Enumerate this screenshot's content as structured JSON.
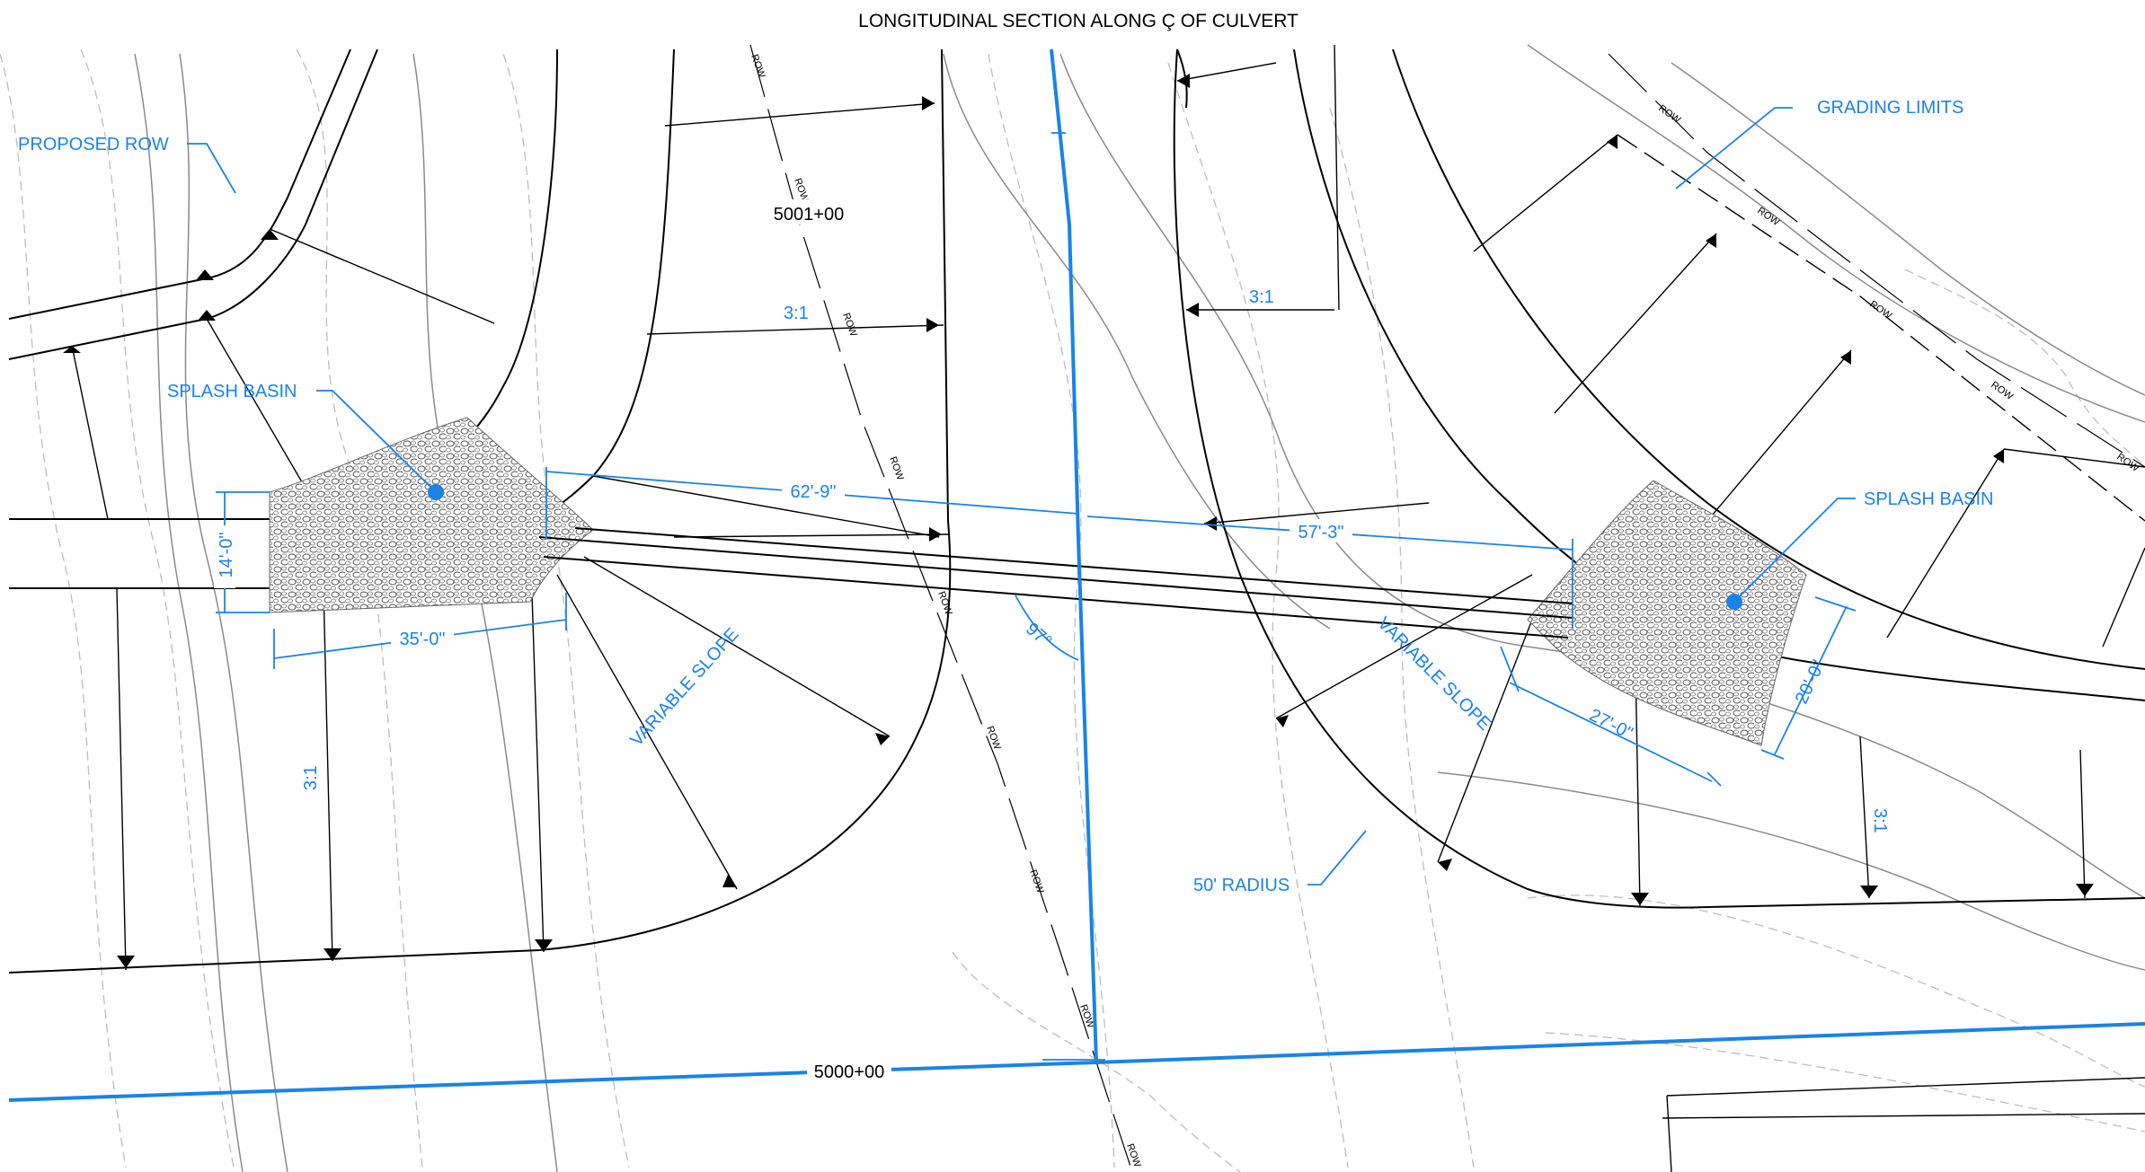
{
  "drawing": {
    "title": "LONGITUDINAL SECTION ALONG Ç OF CULVERT",
    "stations": {
      "upper": "5001+00",
      "lower": "5000+00"
    },
    "notes": {
      "proposed_row": "PROPOSED ROW",
      "grading_limits": "GRADING LIMITS",
      "splash_basin_left": "SPLASH BASIN",
      "splash_basin_right": "SPLASH BASIN",
      "variable_slope_left": "VARIABLE SLOPE",
      "variable_slope_right": "VARIABLE SLOPE",
      "radius": "50' RADIUS"
    },
    "slopes": {
      "upper_left": "3:1",
      "upper_right": "3:1",
      "lower_left": "3:1",
      "lower_right": "3:1"
    },
    "dimensions": {
      "left_span": "62'-9\"",
      "right_span": "57'-3\"",
      "basin_left_width": "14'-0\"",
      "basin_left_length": "35'-0\"",
      "basin_right_length": "27'-0\"",
      "basin_right_width": "20'-0\"",
      "angle": "97°"
    },
    "row_label": "ROW",
    "colors": {
      "annotation": "#1a83e8",
      "linework": "#000000",
      "contours": "#bdbdbd"
    }
  }
}
